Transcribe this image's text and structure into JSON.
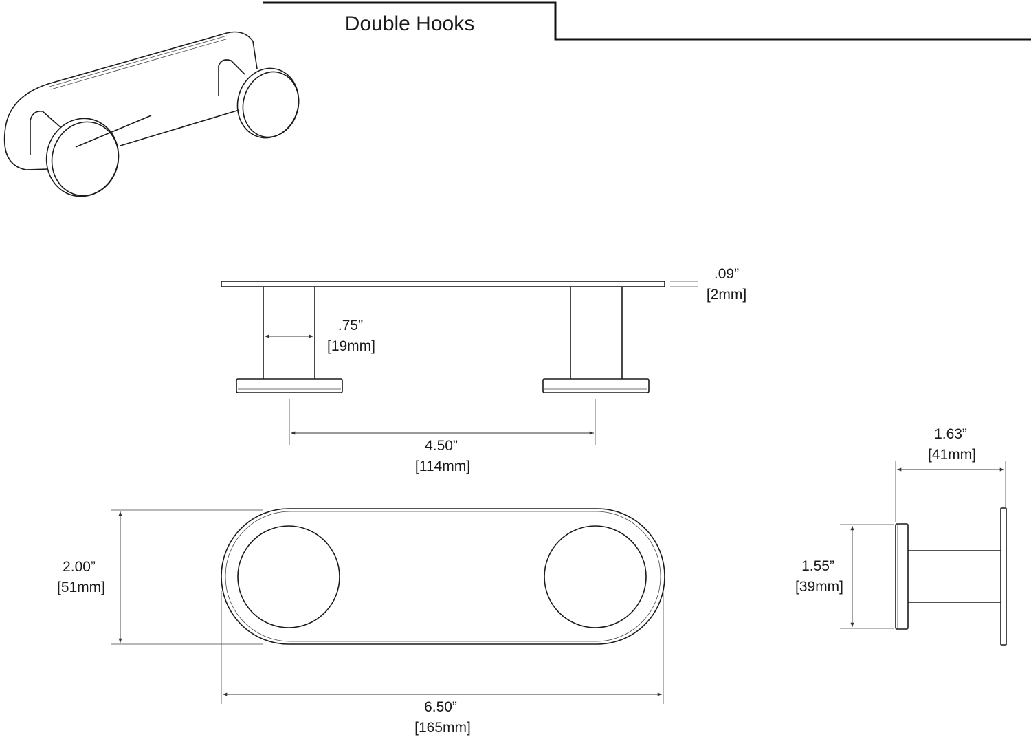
{
  "header": {
    "title": "Double Hooks"
  },
  "dimensions": {
    "plate_thickness": {
      "imperial": ".09”",
      "metric": "[2mm]"
    },
    "post_diameter": {
      "imperial": ".75”",
      "metric": "[19mm]"
    },
    "hook_spacing": {
      "imperial": "4.50”",
      "metric": "[114mm]"
    },
    "plate_height": {
      "imperial": "2.00”",
      "metric": "[51mm]"
    },
    "plate_length": {
      "imperial": "6.50”",
      "metric": "[165mm]"
    },
    "projection": {
      "imperial": "1.63”",
      "metric": "[41mm]"
    },
    "cap_diameter": {
      "imperial": "1.55”",
      "metric": "[39mm]"
    }
  }
}
